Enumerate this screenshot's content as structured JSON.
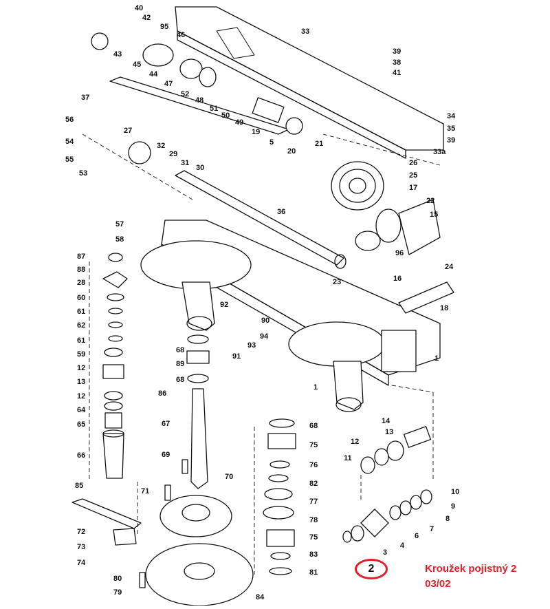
{
  "diagram": {
    "part_labels": [
      "40",
      "42",
      "95",
      "46",
      "43",
      "45",
      "44",
      "47",
      "52",
      "48",
      "51",
      "50",
      "49",
      "33",
      "39",
      "38",
      "41",
      "37",
      "19",
      "5",
      "20",
      "21",
      "34",
      "35",
      "39",
      "33a",
      "56",
      "54",
      "55",
      "53",
      "27",
      "32",
      "29",
      "31",
      "30",
      "26",
      "25",
      "17",
      "22",
      "15",
      "36",
      "57",
      "58",
      "96",
      "87",
      "88",
      "28",
      "60",
      "61",
      "62",
      "61",
      "59",
      "12",
      "13",
      "12",
      "64",
      "65",
      "66",
      "24",
      "16",
      "23",
      "18",
      "92",
      "90",
      "94",
      "93",
      "91",
      "68",
      "89",
      "68",
      "86",
      "67",
      "69",
      "1",
      "1",
      "14",
      "13",
      "12",
      "11",
      "68",
      "75",
      "76",
      "82",
      "77",
      "78",
      "75",
      "83",
      "81",
      "10",
      "9",
      "8",
      "7",
      "6",
      "4",
      "3",
      "70",
      "71",
      "85",
      "72",
      "73",
      "74",
      "80",
      "79",
      "84"
    ],
    "highlight_label": "2",
    "caption_line1": "Kroužek pojistný 2",
    "caption_line2": "03/02",
    "colors": {
      "ink": "#111111",
      "highlight": "#e0202a"
    }
  }
}
